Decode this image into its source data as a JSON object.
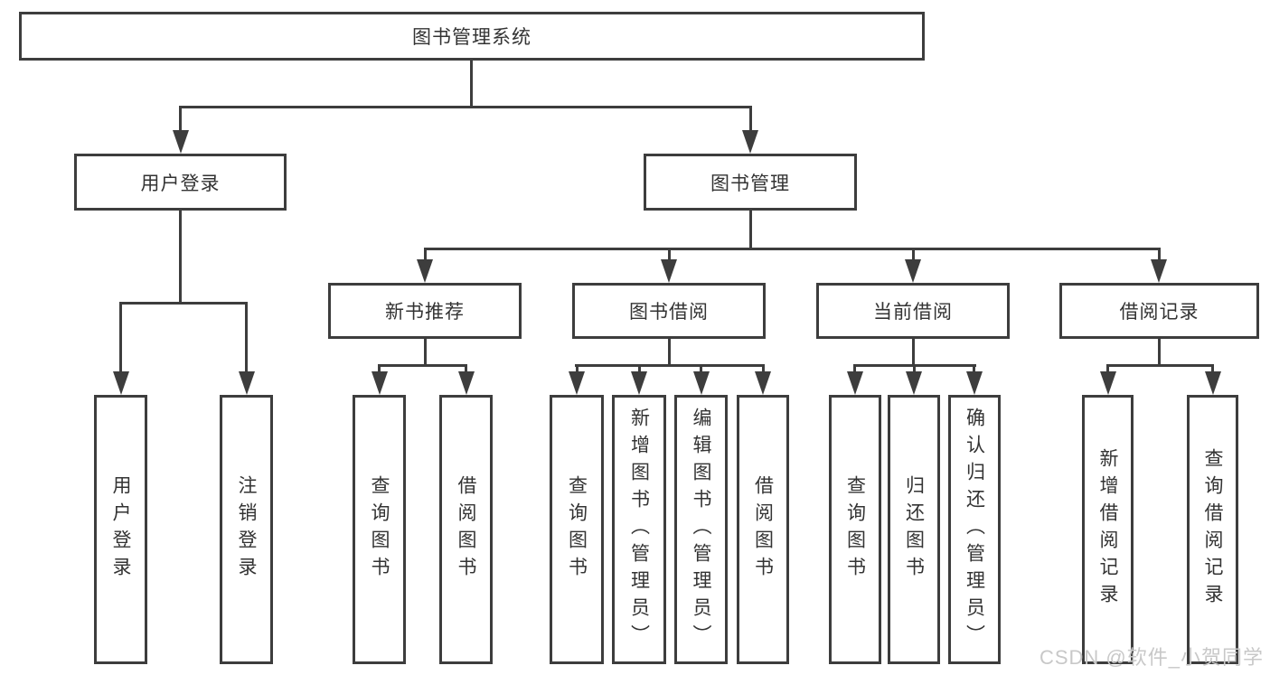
{
  "diagram": {
    "type": "tree",
    "root": {
      "label": "图书管理系统",
      "children": [
        {
          "label": "用户登录",
          "children": [
            {
              "label": "用户登录"
            },
            {
              "label": "注销登录"
            }
          ]
        },
        {
          "label": "图书管理",
          "children": [
            {
              "label": "新书推荐",
              "children": [
                {
                  "label": "查询图书"
                },
                {
                  "label": "借阅图书"
                }
              ]
            },
            {
              "label": "图书借阅",
              "children": [
                {
                  "label": "查询图书"
                },
                {
                  "label": "新增图书（管理员）"
                },
                {
                  "label": "编辑图书（管理员）"
                },
                {
                  "label": "借阅图书"
                }
              ]
            },
            {
              "label": "当前借阅",
              "children": [
                {
                  "label": "查询图书"
                },
                {
                  "label": "归还图书"
                },
                {
                  "label": "确认归还（管理员）"
                }
              ]
            },
            {
              "label": "借阅记录",
              "children": [
                {
                  "label": "新增借阅记录"
                },
                {
                  "label": "查询借阅记录"
                }
              ]
            }
          ]
        }
      ]
    }
  },
  "watermark": {
    "text": "CSDN @软件_小贺同学"
  },
  "colors": {
    "line": "#3d3d3d",
    "text": "#333333",
    "background": "#ffffff",
    "watermark": "#c8c8c8"
  }
}
